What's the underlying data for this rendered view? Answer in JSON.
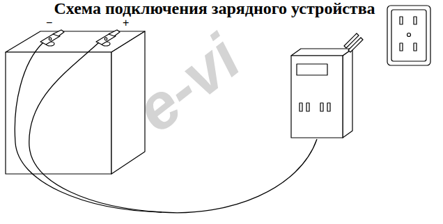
{
  "diagram": {
    "title": "Схема подключения зарядного устройства",
    "labels": [
      "−",
      "+",
      "e-vi"
    ]
  }
}
